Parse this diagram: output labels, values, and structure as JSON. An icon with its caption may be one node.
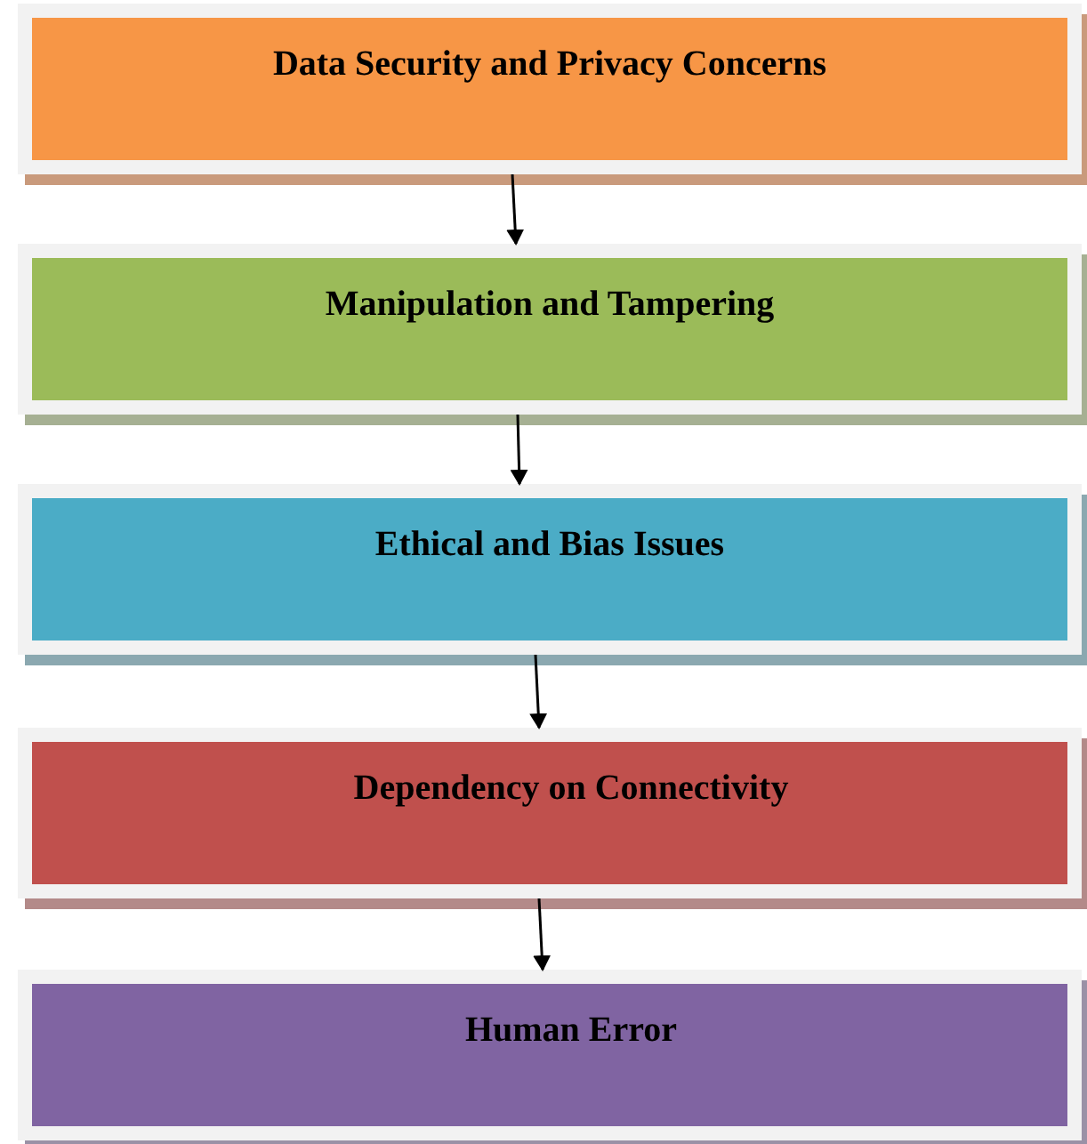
{
  "diagram": {
    "nodes": [
      {
        "text": [
          "Data Security and Privacy Concerns"
        ]
      },
      {
        "text": [
          "Manipulation and Tampering"
        ]
      },
      {
        "text": [
          "Ethical and Bias Issues"
        ]
      },
      {
        "text": [
          "Dependency on Connectivity"
        ]
      },
      {
        "text": [
          "Human Error"
        ]
      }
    ],
    "edges": [
      {
        "from": 0,
        "to": 1,
        "arrow": "to"
      },
      {
        "from": 1,
        "to": 2,
        "arrow": "to"
      },
      {
        "from": 2,
        "to": 3,
        "arrow": "to"
      },
      {
        "from": 3,
        "to": 4,
        "arrow": "to"
      }
    ]
  }
}
